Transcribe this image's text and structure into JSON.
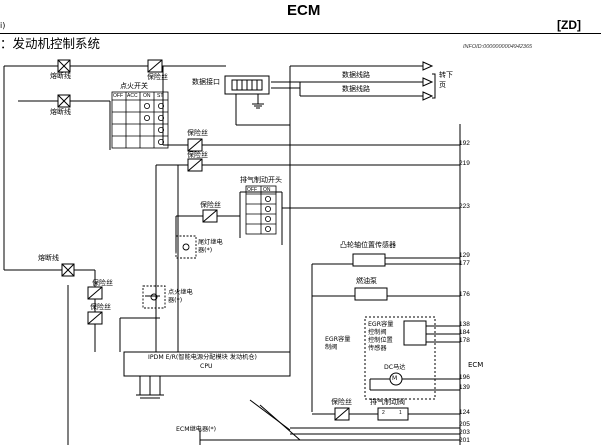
{
  "header": {
    "title": "ECM",
    "code": "[ZD]",
    "left_fragment": "i)",
    "section": "：发动机控制系统",
    "infoid": "INFOID:0000000004942365"
  },
  "labels": {
    "fusible_link_1": "熔断线",
    "fusible_link_2": "熔断线",
    "fusible_link_3": "熔断线",
    "fuse_top": "保险丝",
    "ignition_switch": "点火开关",
    "data_link": "数据接口",
    "data_line_1": "数据线路",
    "data_line_2": "数据线路",
    "to_next_page": [
      "转下",
      "页"
    ],
    "fuse_192": "保险丝",
    "fuse_219": "保险丝",
    "exhaust_brake_switch": "排气制动开头",
    "fuse_tail": "保险丝",
    "tail_relay": [
      "尾灯继电",
      "器(*)"
    ],
    "fuse_left_1": "保险丝",
    "fuse_left_2": "保险丝",
    "ignition_relay": [
      "点火继电",
      "器(*)"
    ],
    "camshaft_sensor": "凸轮轴位置传感器",
    "fuel_pump": "燃油泵",
    "egr_valve": [
      "EGR容量",
      "制阀"
    ],
    "egr_sensor": [
      "EGR容量",
      "控制阀",
      "控制位置",
      "传感器"
    ],
    "dc_motor": "DC马达",
    "ecm_label": "ECM",
    "ipdm": [
      "IPDM E/R(智能电源分配模块 发动机仓)",
      "CPU"
    ],
    "fuse_exhaust": "保险丝",
    "exhaust_brake_valve": "排气制动阀",
    "ecm_relay": "ECM继电器(*)",
    "ig_table_headers": [
      "OFF",
      "ACC",
      "ON",
      "ST"
    ],
    "ex_table_headers": [
      "OFF",
      "ON"
    ],
    "valve_pins": [
      "2",
      "1"
    ]
  },
  "pins": [
    "192",
    "219",
    "223",
    "129",
    "177",
    "176",
    "138",
    "184",
    "178",
    "196",
    "139",
    "124",
    "205",
    "203",
    "201"
  ]
}
